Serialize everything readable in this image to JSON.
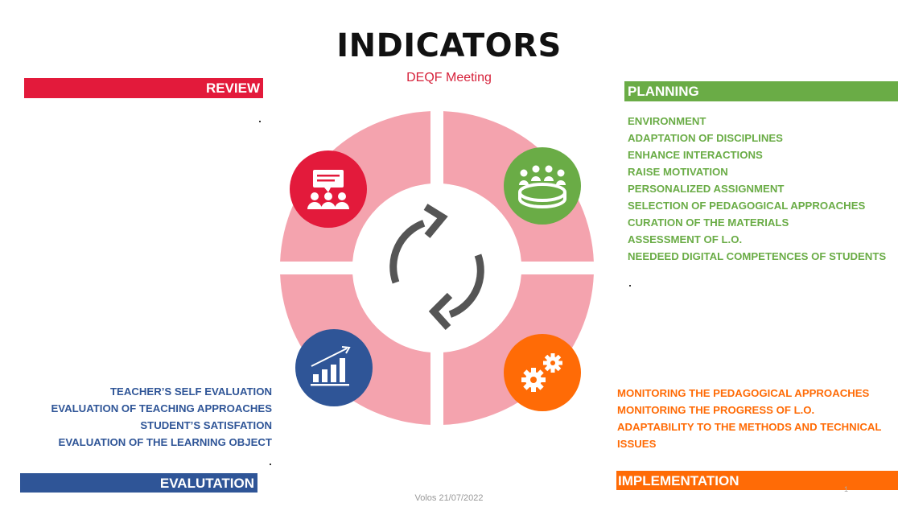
{
  "slide": {
    "title": "INDICATORS",
    "subtitle": "DEQF Meeting",
    "footer": "Volos 21/07/2022",
    "page_number": "1"
  },
  "review": {
    "label": "REVIEW",
    "color": "#e31a3b",
    "icon": "presentation-audience-icon"
  },
  "planning": {
    "label": "PLANNING",
    "color": "#6aac46",
    "icon": "meeting-table-icon",
    "items": [
      "ENVIRONMENT",
      "ADAPTATION OF DISCIPLINES",
      "ENHANCE INTERACTIONS",
      "RAISE MOTIVATION",
      "PERSONALIZED ASSIGNMENT",
      "SELECTION OF PEDAGOGICAL APPROACHES",
      "CURATION OF THE MATERIALS",
      "ASSESSMENT OF L.O.",
      "NEEDEED DIGITAL COMPETENCES OF STUDENTS"
    ]
  },
  "evaluation": {
    "label": "EVALUTATION",
    "color": "#2f5597",
    "icon": "growth-chart-icon",
    "items": [
      "TEACHER’S SELF EVALUATION",
      "EVALUATION OF TEACHING APPROACHES",
      "STUDENT’S SATISFATION",
      "EVALUATION  OF THE LEARNING OBJECT"
    ]
  },
  "implementation": {
    "label": "IMPLEMENTATION",
    "color": "#ff6b06",
    "icon": "gears-icon",
    "items": [
      "MONITORING THE PEDAGOGICAL APPROACHES",
      "MONITORING THE PROGRESS OF L.O.",
      "ADAPTABILITY TO THE METHODS AND TECHNICAL ISSUES"
    ]
  },
  "cycle": {
    "ring_color": "#f4a3ae",
    "arrow_color": "#555555",
    "center_icon": "cycle-arrows-icon"
  }
}
